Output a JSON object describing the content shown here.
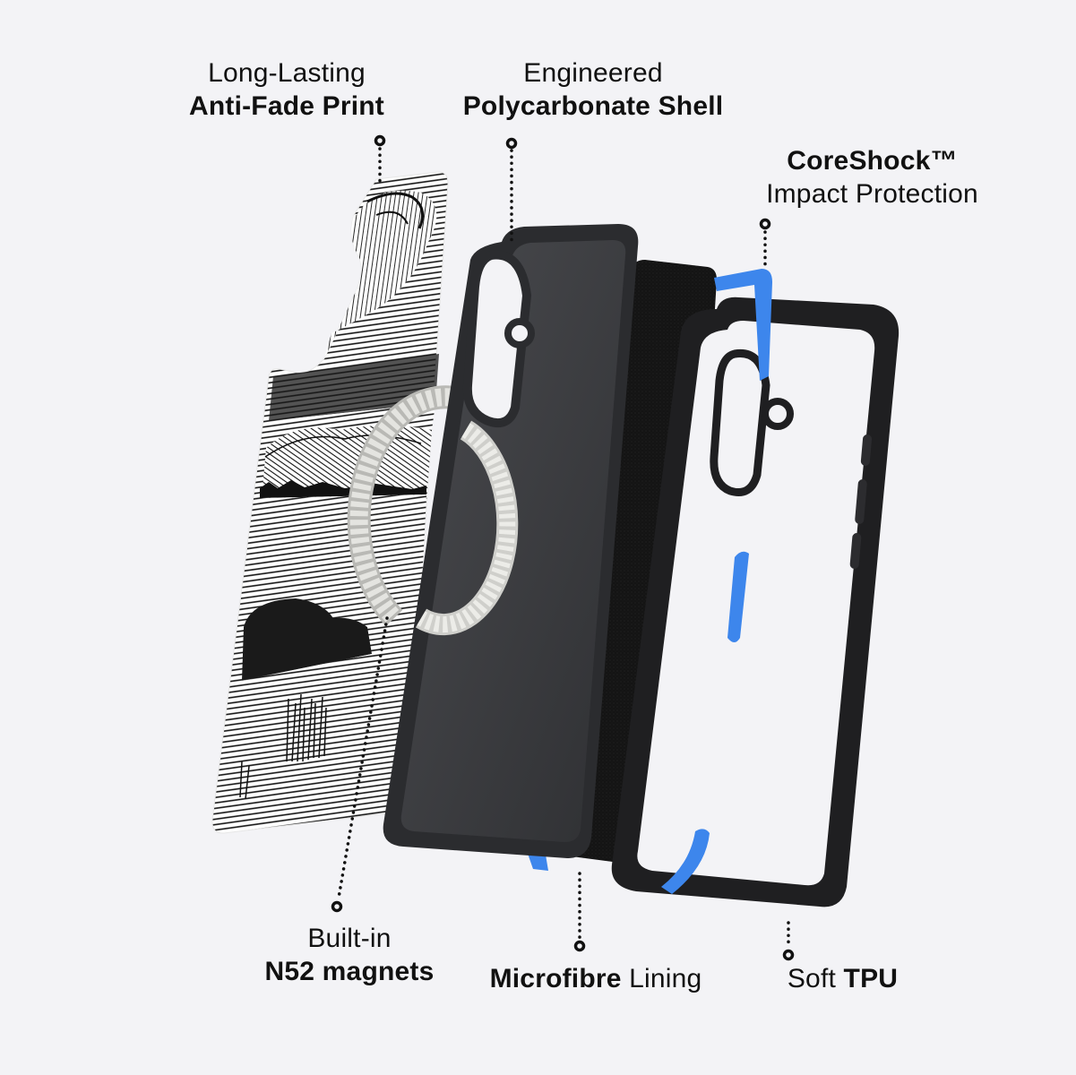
{
  "background_color": "#f3f3f6",
  "accent_color": "#3d86ec",
  "callouts": [
    {
      "id": "anti-fade",
      "light": "Long-Lasting",
      "bold": "Anti-Fade Print",
      "position": "top"
    },
    {
      "id": "shell",
      "light": "Engineered",
      "bold": "Polycarbonate Shell",
      "position": "top"
    },
    {
      "id": "coreshock",
      "bold": "CoreShock™",
      "light": "Impact Protection",
      "position": "top-right"
    },
    {
      "id": "magnets",
      "light": "Built-in",
      "bold": "N52 magnets",
      "position": "bottom"
    },
    {
      "id": "lining",
      "bold": "Microfibre",
      "light": " Lining",
      "position": "bottom"
    },
    {
      "id": "tpu",
      "light": "Soft ",
      "bold": "TPU",
      "position": "bottom"
    }
  ],
  "layers": [
    {
      "name": "printed-back-layer",
      "style": "black-and-white engraved wave and landscape illustration"
    },
    {
      "name": "magnet-ring",
      "color": "#d9d9d6"
    },
    {
      "name": "polycarbonate-shell",
      "color": "#3c3d40"
    },
    {
      "name": "microfibre-lining",
      "color": "#151515"
    },
    {
      "name": "tpu-bumper-frame",
      "color": "#1d1d1f"
    },
    {
      "name": "coreshock-inserts",
      "color": "#3d86ec"
    }
  ]
}
